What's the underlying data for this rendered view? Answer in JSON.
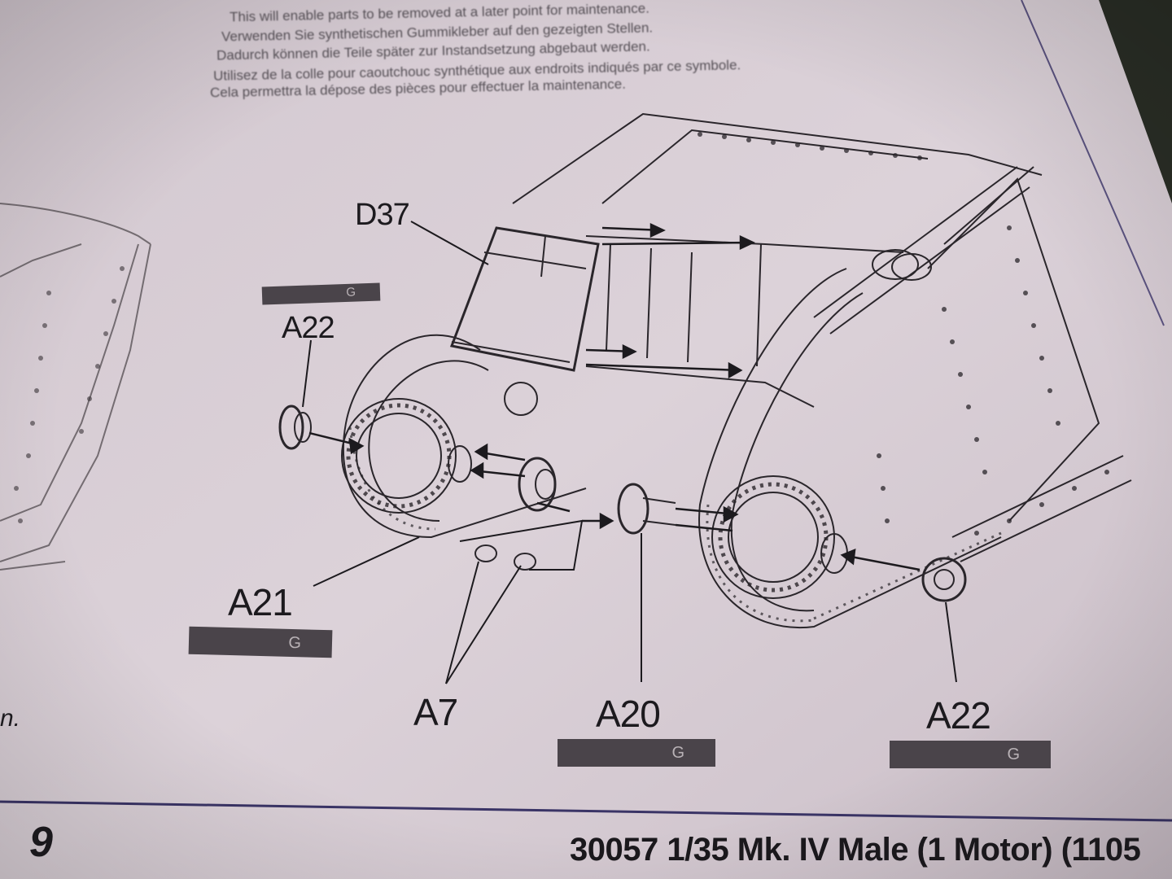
{
  "header_text_lines": [
    "This will enable parts to be removed at a later point for maintenance.",
    "Verwenden Sie synthetischen Gummikleber auf den gezeigten Stellen.",
    "Dadurch können die Teile später zur Instandsetzung abgebaut werden.",
    "Utilisez de la colle pour caoutchouc synthétique aux endroits indiqués par ce symbole.",
    "Cela permettra la dépose des pièces pour effectuer la maintenance."
  ],
  "left_margin_fragment": "n.",
  "part_labels": {
    "d37": "D37",
    "a22_left": "A22",
    "a21": "A21",
    "a7": "A7",
    "a20": "A20",
    "a22_right": "A22"
  },
  "paint_code": "G",
  "footer": {
    "page_number": "9",
    "title": "30057  1/35 Mk. IV Male (1 Motor) (1105"
  },
  "colors": {
    "paper": "#d9cfd6",
    "ink": "#1c1a1e",
    "paint_bar": "#4a444a",
    "footer_rule": "#3a3466",
    "background_mat": "#2a2e26"
  }
}
